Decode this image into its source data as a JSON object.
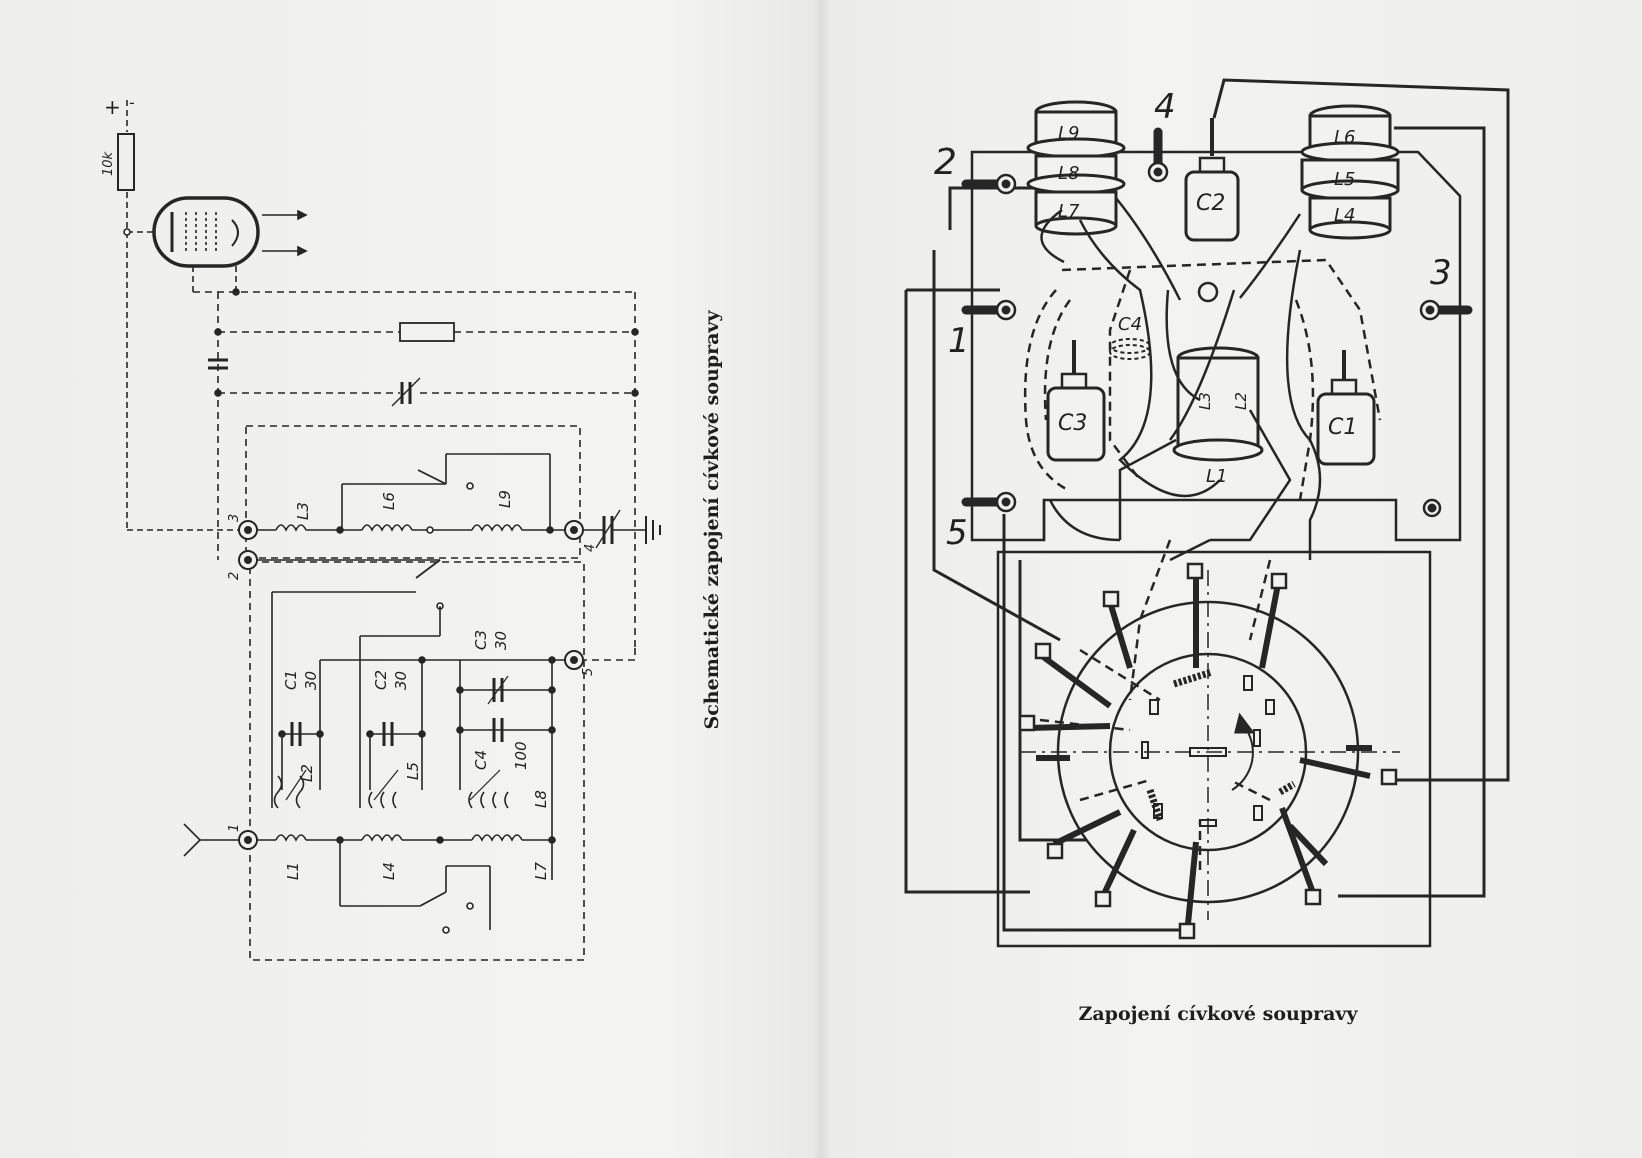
{
  "left_schematic": {
    "title": "Schematické zapojení cívkové soupravy",
    "supply_plus": "+",
    "supply_minus": "-",
    "resistor_label": "10k",
    "terminals": [
      "1",
      "2",
      "3",
      "4",
      "5"
    ],
    "coils": [
      "L1",
      "L2",
      "L3",
      "L4",
      "L5",
      "L6",
      "L7",
      "L8",
      "L9"
    ],
    "capacitors": [
      {
        "name": "C1",
        "value": "30"
      },
      {
        "name": "C2",
        "value": "30"
      },
      {
        "name": "C3",
        "value": "30"
      },
      {
        "name": "C4",
        "value": "100"
      }
    ]
  },
  "right_wiring": {
    "title": "Zapojení cívkové soupravy",
    "terminals": [
      "1",
      "2",
      "3",
      "4",
      "5"
    ],
    "coils": [
      "L9",
      "L8",
      "L7",
      "L6",
      "L5",
      "L4",
      "L3",
      "L2",
      "L1"
    ],
    "trimmers": [
      "C1",
      "C2",
      "C3",
      "C4"
    ]
  },
  "colors": {
    "ink": "#262626",
    "paper": "#f2f2f0"
  }
}
